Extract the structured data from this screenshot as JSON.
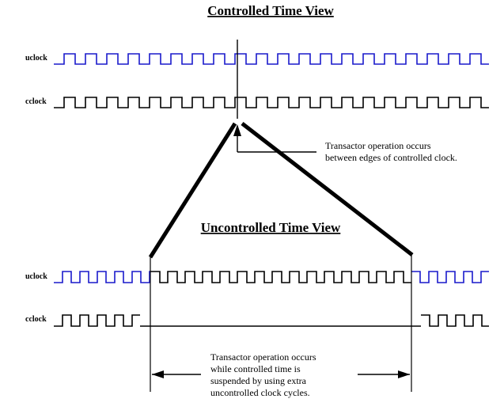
{
  "titles": {
    "controlled": "Controlled Time View",
    "uncontrolled": "Uncontrolled Time View"
  },
  "signals": {
    "uclock": "uclock",
    "cclock": "cclock"
  },
  "notes": {
    "top": [
      "Transactor operation occurs",
      "between edges of controlled clock."
    ],
    "bottom": [
      "Transactor operation occurs",
      "while controlled time is",
      "suspended by using extra",
      "uncontrolled clock cycles."
    ]
  },
  "colors": {
    "uclock": "#1a1acc",
    "cclock": "#000000",
    "lines": "#000000"
  }
}
